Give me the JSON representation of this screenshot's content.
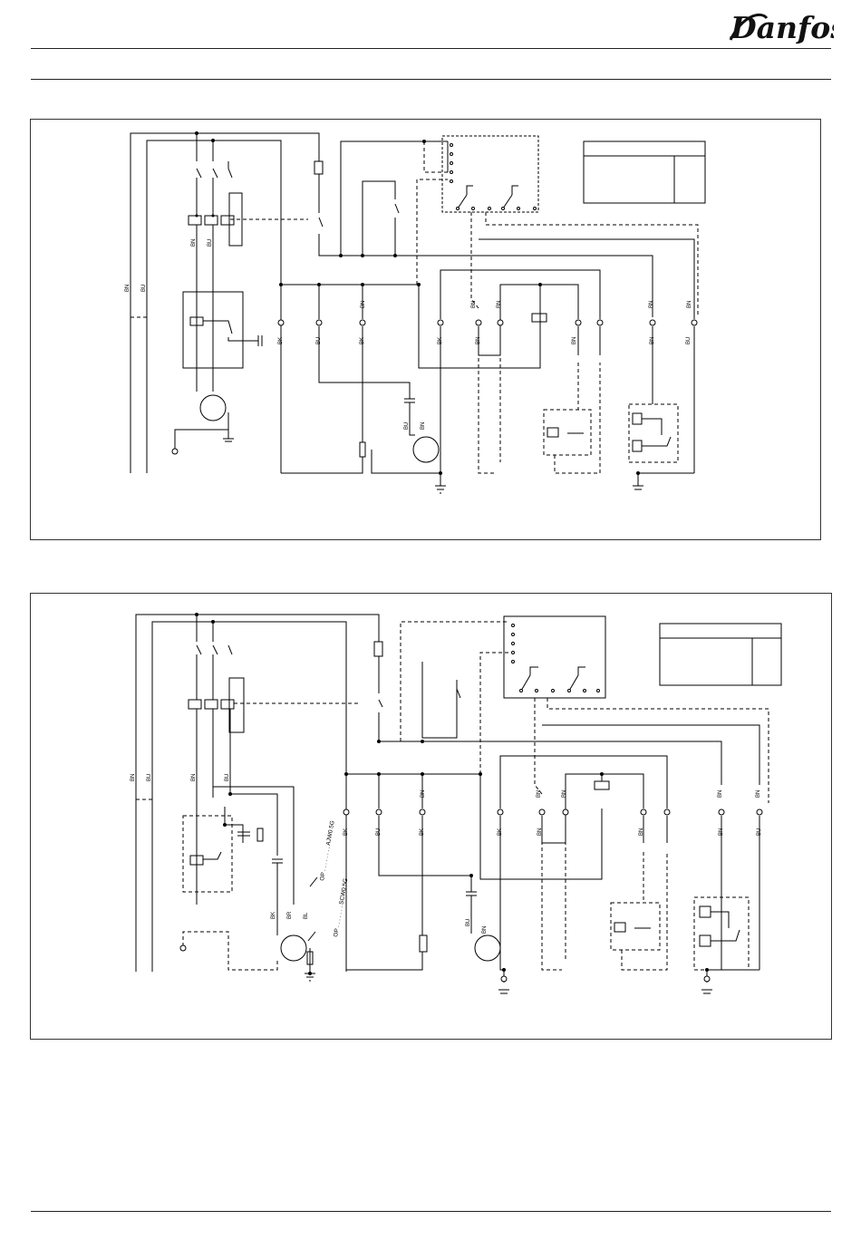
{
  "brand": {
    "logo_text": "Danfoss"
  },
  "diagram1": {
    "wire_labels": [
      "BN",
      "BU",
      "BN",
      "BU",
      "BN",
      "BK",
      "BU",
      "BK",
      "BN",
      "BK",
      "BN",
      "BN",
      "BN",
      "BN",
      "BN",
      "BN",
      "BN",
      "BU",
      "BU",
      "BN"
    ]
  },
  "diagram2": {
    "wire_labels": [
      "BN",
      "BU",
      "BN",
      "BU",
      "BK",
      "BR",
      "BL",
      "BK",
      "BU",
      "BN",
      "BK",
      "BN",
      "BK",
      "BN",
      "BN",
      "BN",
      "BN",
      "BN",
      "BN",
      "BU",
      "BU",
      "BN",
      "BN",
      "BN"
    ],
    "note_top": "OP . . . . . . . . AJW0 5G",
    "note_bottom": "OP . . . . . . . SCW0 5G"
  }
}
